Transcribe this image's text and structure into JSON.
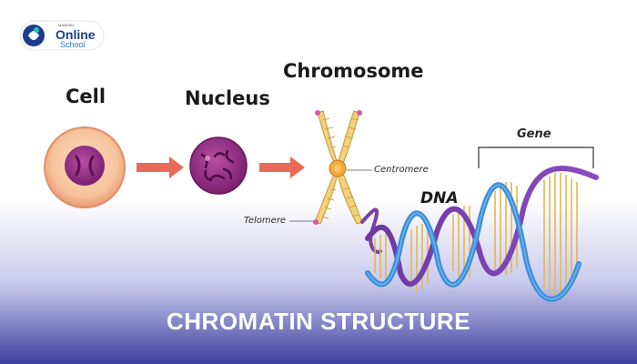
{
  "logo": {
    "top_text": "MANDIRI",
    "brand": "Online",
    "sub": "School"
  },
  "labels": {
    "cell": "Cell",
    "nucleus": "Nucleus",
    "chromosome": "Chromosome",
    "centromere": "Centromere",
    "telomere": "Telomere",
    "dna": "DNA",
    "gene": "Gene"
  },
  "footer": {
    "title": "CHROMATIN STRUCTURE"
  },
  "colors": {
    "background_top": "#ffffff",
    "background_bottom": "#3d3f9f",
    "arrow": "#ea6a5a",
    "cell_outer": "#f7c9a3",
    "nucleus_purple": "#9c2f8c",
    "chromosome_yellow": "#f4d27a",
    "dna_blue": "#3b8fd9",
    "dna_purple": "#7a3fa8"
  }
}
